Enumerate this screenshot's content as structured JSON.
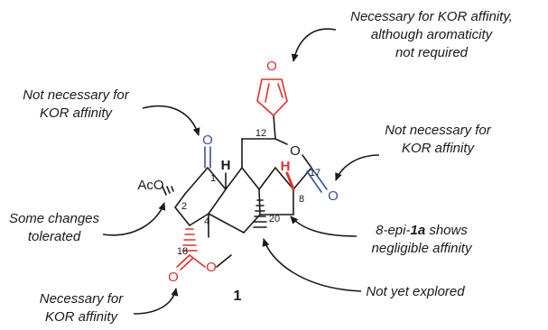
{
  "annotations": {
    "furan_1": "Necessary for KOR affinity,",
    "furan_2": "although aromaticity",
    "furan_3": "not required",
    "c1_1": "Not necessary for",
    "c1_2": "KOR affinity",
    "lactone_1": "Not necessary for",
    "lactone_2": "KOR affinity",
    "c2_1": "Some changes",
    "c2_2": "tolerated",
    "c8_1a": "8-epi-",
    "c8_1b": "1a",
    "c8_1c": " shows",
    "c8_2": "negligible affinity",
    "c20": "Not yet explored",
    "ester_1": "Necessary for",
    "ester_2": "KOR affinity"
  },
  "atoms": {
    "furan_o": "O",
    "ketone_o": "O",
    "lactone_o_ring": "O",
    "lactone_o_carbonyl": "O",
    "ester_o_carbonyl": "O",
    "ester_o_ether": "O",
    "acetoxy": "AcO",
    "h_c10": "H",
    "h_c8": "H"
  },
  "numbering": {
    "c1": "1",
    "c2": "2",
    "c4": "4",
    "c8": "8",
    "c12": "12",
    "c17": "17",
    "c18": "18",
    "c20": "20"
  },
  "compound_label": "1",
  "colors": {
    "red": "#e0312b",
    "blue": "#3a4fa3",
    "black": "#1a1a1a"
  }
}
